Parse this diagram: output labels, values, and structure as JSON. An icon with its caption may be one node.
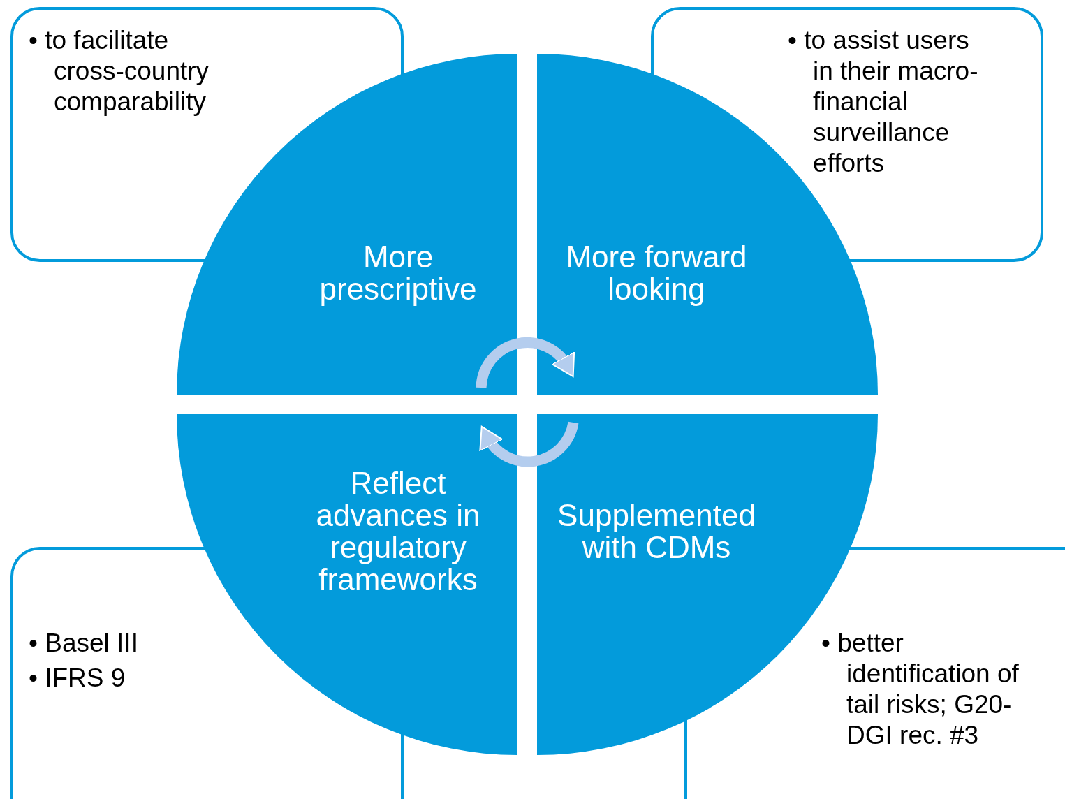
{
  "diagram": {
    "nodes": [
      {
        "text": [
          "• to facilitate cross-country comparability"
        ]
      },
      {
        "text": [
          "• to assist users in their macro-financial surveillance efforts"
        ]
      },
      {
        "text": [
          "• Basel III",
          "• IFRS 9"
        ]
      },
      {
        "text": [
          "• better identification of tail risks; G20-DGI rec. #3"
        ]
      },
      {
        "text": [
          "More prescriptive"
        ]
      },
      {
        "text": [
          "More forward looking"
        ]
      },
      {
        "text": [
          "Reflect advances in regulatory frameworks"
        ]
      },
      {
        "text": [
          "Supplemented with CDMs"
        ]
      }
    ],
    "edges": [
      {
        "from": 4,
        "to": 5,
        "arrow": "to"
      },
      {
        "from": 7,
        "to": 6,
        "arrow": "to"
      }
    ]
  }
}
